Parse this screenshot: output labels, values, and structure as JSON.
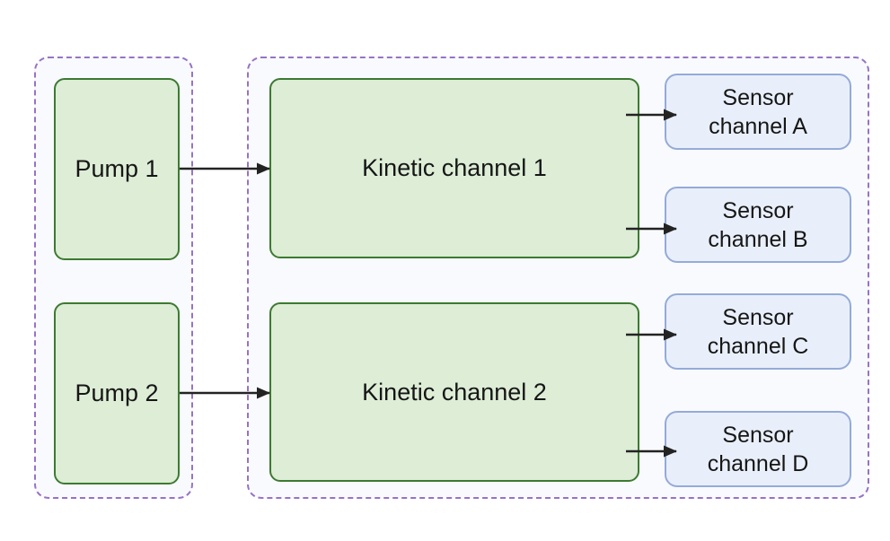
{
  "diagram": {
    "nodes": {
      "pump1": {
        "label": "Pump 1"
      },
      "pump2": {
        "label": "Pump 2"
      },
      "kinetic1": {
        "label": "Kinetic channel 1"
      },
      "kinetic2": {
        "label": "Kinetic channel 2"
      },
      "sensorA": {
        "label": "Sensor channel A",
        "line1": "Sensor",
        "line2": "channel A"
      },
      "sensorB": {
        "label": "Sensor channel B",
        "line1": "Sensor",
        "line2": "channel B"
      },
      "sensorC": {
        "label": "Sensor channel C",
        "line1": "Sensor",
        "line2": "channel C"
      },
      "sensorD": {
        "label": "Sensor channel D",
        "line1": "Sensor",
        "line2": "channel D"
      }
    },
    "edges": [
      {
        "from": "Pump 1",
        "to": "Kinetic channel 1"
      },
      {
        "from": "Pump 2",
        "to": "Kinetic channel 2"
      },
      {
        "from": "Kinetic channel 1",
        "to": "Sensor channel A"
      },
      {
        "from": "Kinetic channel 1",
        "to": "Sensor channel B"
      },
      {
        "from": "Kinetic channel 2",
        "to": "Sensor channel C"
      },
      {
        "from": "Kinetic channel 2",
        "to": "Sensor channel D"
      }
    ],
    "colors": {
      "group_border": "#9673c6",
      "group_fill": "#f9fafd",
      "green_node_fill": "#ddedd6",
      "green_node_border": "#3c7a31",
      "blue_node_fill": "#e9effa",
      "blue_node_border": "#94abd9",
      "arrow": "#232323",
      "text": "#161616",
      "page_background": "#ffffff"
    }
  }
}
